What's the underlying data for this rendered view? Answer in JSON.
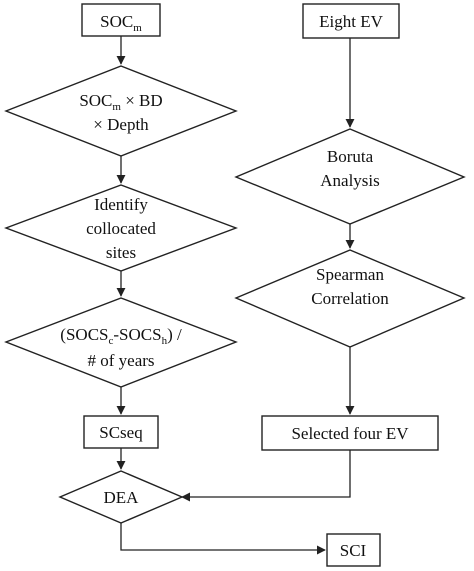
{
  "nodes": {
    "soc_m": {
      "main": "SOC",
      "sub": "m"
    },
    "eight_ev": {
      "label": "Eight EV"
    },
    "soc_bd_depth": {
      "line1_main": "SOC",
      "line1_sub": "m",
      "line1_rest": " × BD",
      "line2": "× Depth"
    },
    "boruta": {
      "line1": "Boruta",
      "line2": "Analysis"
    },
    "identify": {
      "line1": "Identify",
      "line2": "collocated",
      "line3": "sites"
    },
    "spearman": {
      "line1": "Spearman",
      "line2": "Correlation"
    },
    "socs_diff": {
      "p1": "(SOCS",
      "s1": "c",
      "p2": "-SOCS",
      "s2": "h",
      "p3": ") /",
      "line2": "# of years"
    },
    "scseq": {
      "label": "SCseq"
    },
    "selected_four_ev": {
      "label": "Selected four EV"
    },
    "dea": {
      "label": "DEA"
    },
    "sci": {
      "label": "SCI"
    }
  },
  "colors": {
    "stroke": "#222222",
    "background": "#ffffff",
    "text": "#111111"
  }
}
